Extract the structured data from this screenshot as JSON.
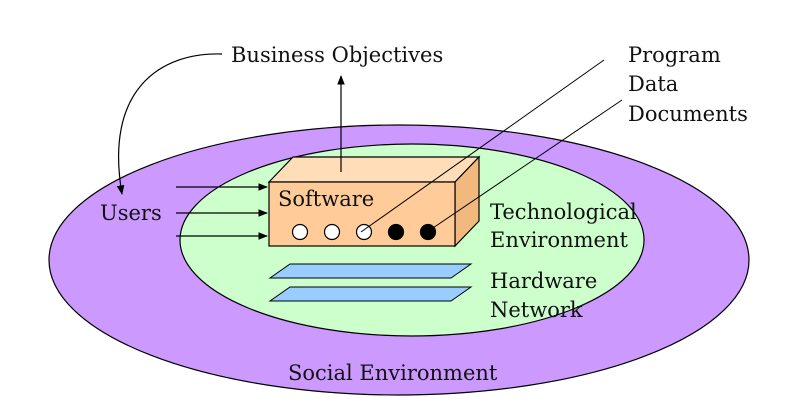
{
  "labels": {
    "business_objectives": "Business Objectives",
    "program": "Program",
    "data": "Data",
    "documents": "Documents",
    "software": "Software",
    "users": "Users",
    "technological_1": "Technological",
    "technological_2": "Environment",
    "hardware": "Hardware",
    "network": "Network",
    "social": "Social Environment"
  },
  "colors": {
    "social_fill": "#cc99ff",
    "tech_fill": "#ccffcc",
    "software_front": "#ffcc99",
    "software_top": "#ffddb8",
    "software_side": "#f2b97f",
    "hardware_fill": "#99ccff",
    "stroke": "#000000"
  },
  "software_ports": [
    "open",
    "open",
    "open",
    "filled",
    "filled"
  ]
}
